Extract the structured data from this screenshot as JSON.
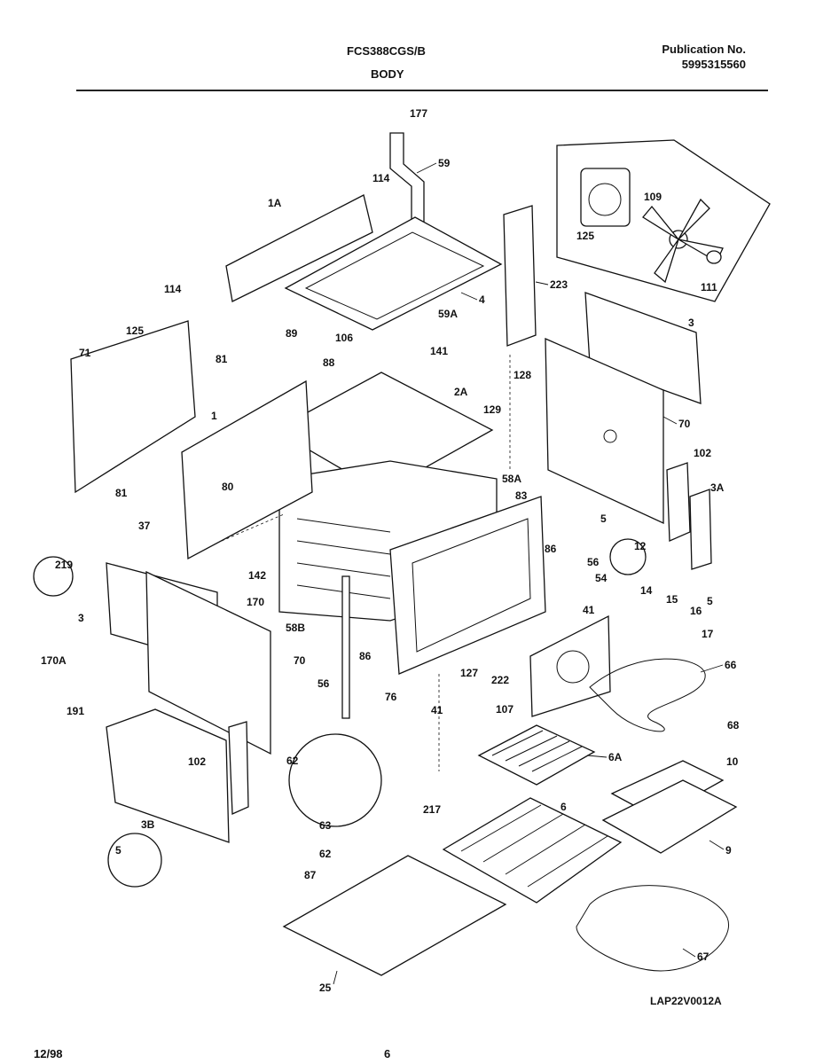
{
  "header": {
    "model": "FCS388CGS/B",
    "section": "BODY",
    "publication_label": "Publication No.",
    "publication_number": "5995315560"
  },
  "footer": {
    "date": "12/98",
    "page": "6",
    "drawing_id": "LAP22V0012A"
  },
  "callouts": [
    "177",
    "59",
    "114",
    "1A",
    "223",
    "4",
    "114",
    "125",
    "109",
    "125",
    "111",
    "3",
    "71",
    "89",
    "59A",
    "106",
    "141",
    "81",
    "128",
    "88",
    "2A",
    "129",
    "1",
    "70",
    "102",
    "3A",
    "80",
    "58A",
    "83",
    "81",
    "37",
    "5",
    "12",
    "219",
    "86",
    "56",
    "142",
    "54",
    "14",
    "15",
    "16",
    "170",
    "41",
    "17",
    "3",
    "5",
    "58B",
    "70",
    "86",
    "127",
    "170A",
    "56",
    "222",
    "66",
    "76",
    "41",
    "107",
    "191",
    "68",
    "62",
    "6A",
    "102",
    "10",
    "217",
    "6",
    "3B",
    "63",
    "5",
    "9",
    "62",
    "87",
    "67",
    "25"
  ]
}
